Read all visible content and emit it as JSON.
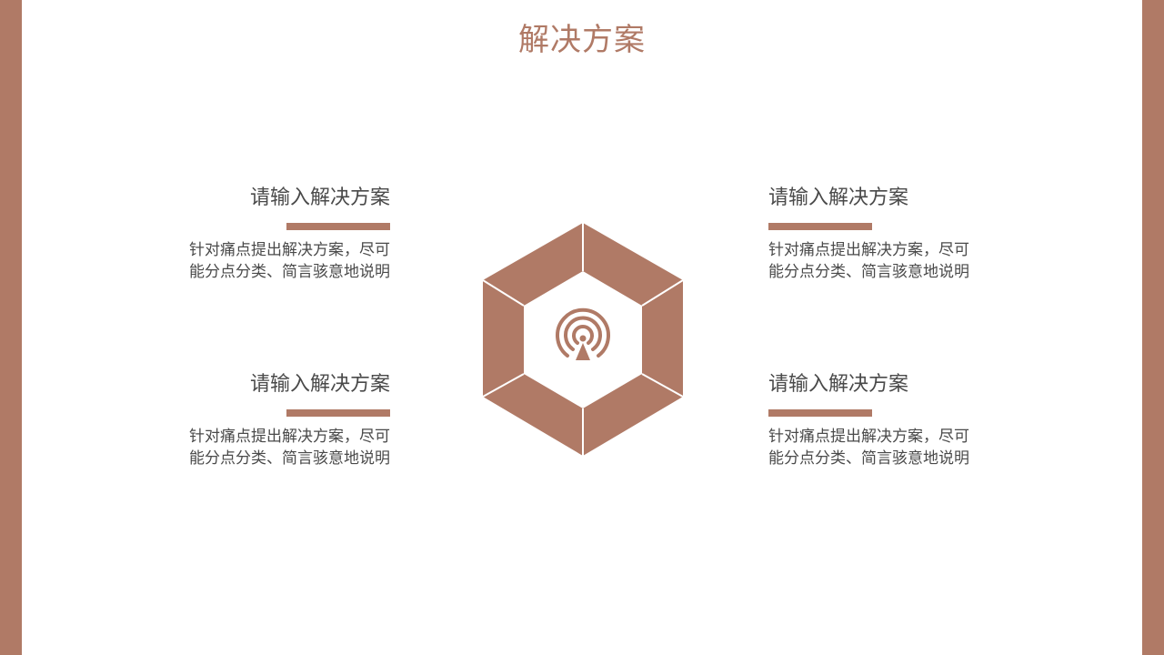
{
  "page": {
    "title": "解决方案"
  },
  "colors": {
    "accent": "#b07a66",
    "text": "#4a4a4a",
    "background": "#ffffff"
  },
  "items": [
    {
      "heading": "请输入解决方案",
      "desc_line1": "针对痛点提出解决方案，尽可",
      "desc_line2": "能分点分类、简言骇意地说明"
    },
    {
      "heading": "请输入解决方案",
      "desc_line1": "针对痛点提出解决方案，尽可",
      "desc_line2": "能分点分类、简言骇意地说明"
    },
    {
      "heading": "请输入解决方案",
      "desc_line1": "针对痛点提出解决方案，尽可",
      "desc_line2": "能分点分类、简言骇意地说明"
    },
    {
      "heading": "请输入解决方案",
      "desc_line1": "针对痛点提出解决方案，尽可",
      "desc_line2": "能分点分类、简言骇意地说明"
    }
  ],
  "center_icon": {
    "name": "signal-broadcast-icon"
  }
}
